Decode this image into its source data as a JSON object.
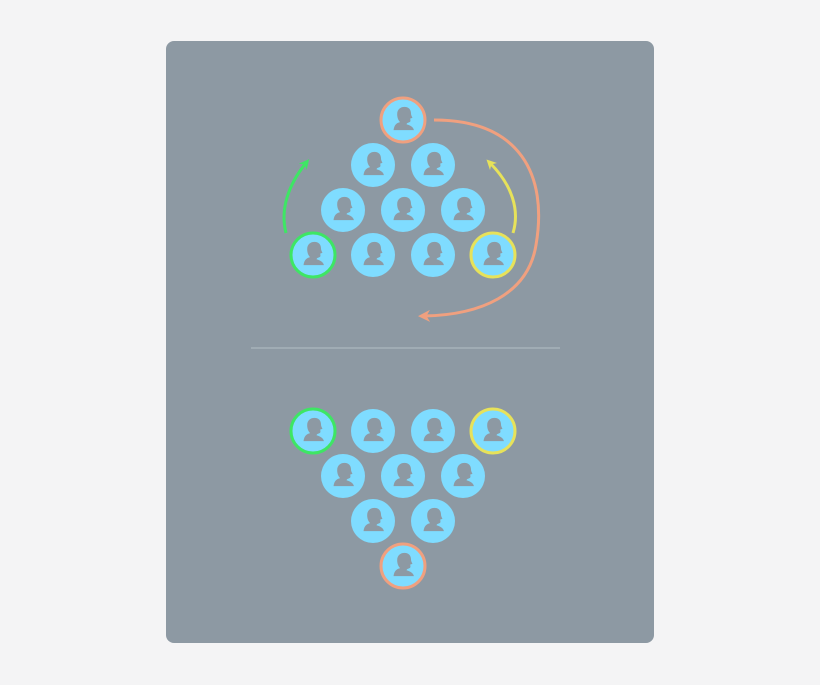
{
  "colors": {
    "page_background": "#f4f4f5",
    "panel_background": "#8d99a3",
    "coin_fill": "#7fdcff",
    "silhouette": "#8d99a3",
    "green": "#3ee664",
    "yellow": "#e7e25a",
    "salmon": "#f0a07f",
    "divider": "#b4bec6"
  },
  "icons": {
    "coin": "person-head-icon",
    "arrow": "curved-arrow-icon"
  },
  "top_triangle": {
    "description_rows": [
      [
        "salmon"
      ],
      [
        "plain",
        "plain"
      ],
      [
        "plain",
        "plain",
        "plain"
      ],
      [
        "green",
        "plain",
        "plain",
        "yellow"
      ]
    ]
  },
  "bottom_triangle": {
    "description_rows": [
      [
        "green",
        "plain",
        "plain",
        "yellow"
      ],
      [
        "plain",
        "plain",
        "plain"
      ],
      [
        "plain",
        "plain"
      ],
      [
        "salmon"
      ]
    ]
  },
  "arrows": [
    {
      "name": "green-arrow",
      "color_key": "green"
    },
    {
      "name": "yellow-arrow",
      "color_key": "yellow"
    },
    {
      "name": "salmon-arrow",
      "color_key": "salmon"
    }
  ]
}
